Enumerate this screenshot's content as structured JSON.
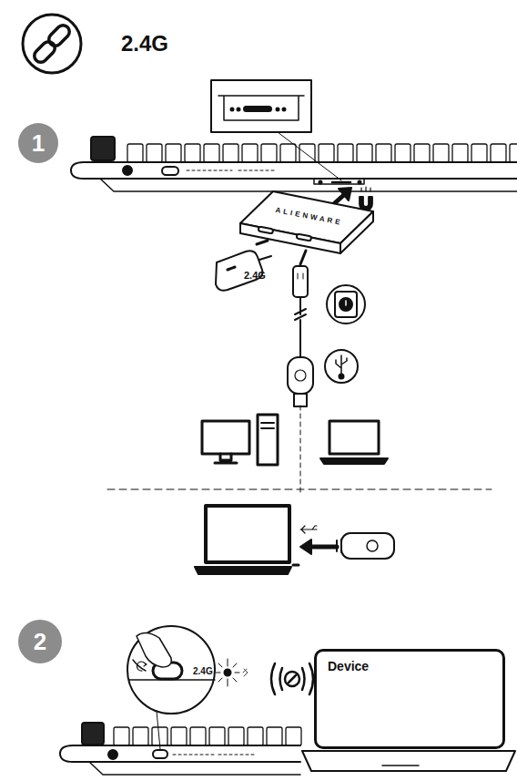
{
  "diagram": {
    "title": "2.4G",
    "nodes": [
      {
        "text": [
          "1"
        ]
      },
      {
        "text": [
          "ALIENWARE"
        ]
      },
      {
        "text": [
          "2"
        ]
      },
      {
        "text": [
          "Device"
        ]
      }
    ],
    "labels": [
      "2.4G",
      "2.4G"
    ]
  }
}
